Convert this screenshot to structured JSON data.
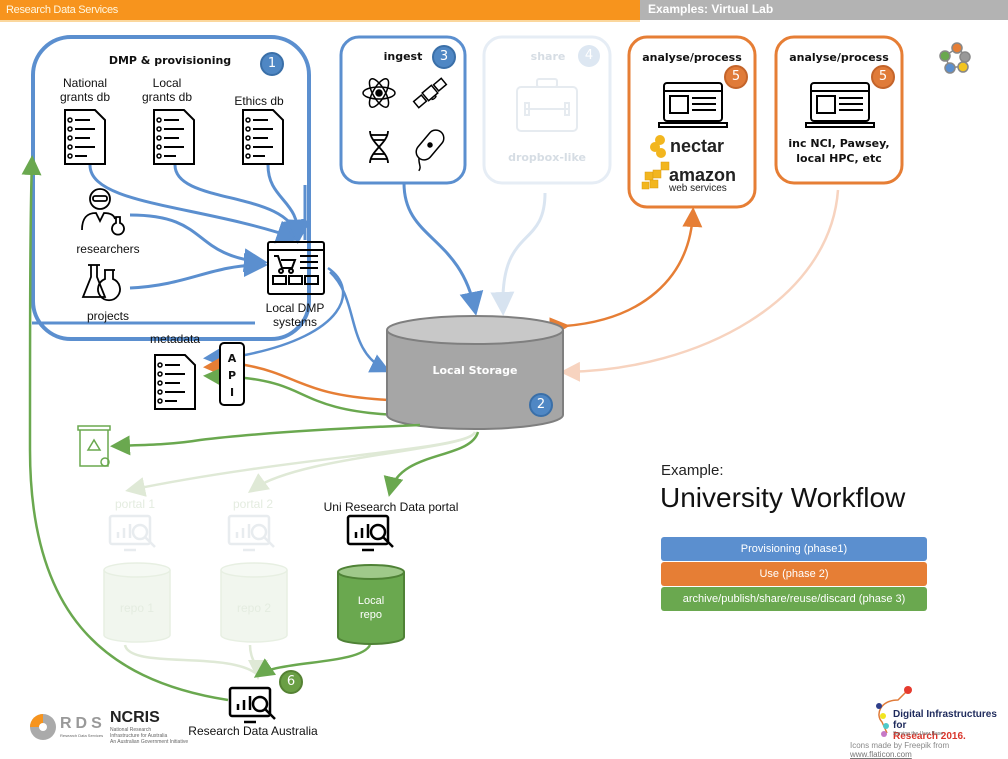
{
  "header": {
    "left_title": "Research Data Services",
    "right_title": "Examples: Virtual Lab"
  },
  "sections": {
    "dmp": {
      "title": "DMP & provisioning",
      "badge": "1",
      "national_grants": [
        "National",
        "grants db"
      ],
      "local_grants": [
        "Local",
        "grants db"
      ],
      "ethics": "Ethics db",
      "researchers": "researchers",
      "projects": "projects",
      "local_dmp": [
        "Local DMP",
        "systems"
      ]
    },
    "ingest": {
      "title": "ingest",
      "badge": "3"
    },
    "share": {
      "title": "share",
      "badge": "4",
      "caption": "dropbox-like"
    },
    "analyse_cloud": {
      "title": "analyse/process",
      "badge": "5",
      "brand1": "nectar",
      "brand2": "amazon",
      "brand2_sub": "web services"
    },
    "analyse_hpc": {
      "title": "analyse/process",
      "badge": "5",
      "caption": [
        "inc NCI, Pawsey,",
        "local HPC, etc"
      ]
    },
    "metadata": {
      "label": "metadata",
      "api": [
        "A",
        "P",
        "I"
      ]
    },
    "storage": {
      "label": "Local Storage",
      "badge": "2"
    },
    "portals": {
      "portal1": "portal 1",
      "portal2": "portal 2",
      "uni_portal": "Uni Research Data portal",
      "repo1": "repo 1",
      "repo2": "repo 2",
      "local_repo": [
        "Local",
        "repo"
      ]
    },
    "rda": {
      "label": "Research Data Australia",
      "badge": "6"
    }
  },
  "legend": {
    "example": "Example:",
    "title": "University Workflow",
    "items": [
      {
        "label": "Provisioning (phase1)",
        "color": "#5b8fcf"
      },
      {
        "label": "Use (phase 2)",
        "color": "#e67e35"
      },
      {
        "label": "archive/publish/share/reuse/discard (phase 3)",
        "color": "#6aa84f"
      }
    ]
  },
  "footer": {
    "rds": "RDS",
    "rds_sub": "Research Data Services",
    "ncris": "NCRIS",
    "ncris_sub": [
      "National Research",
      "Infrastructure for Australia",
      "An Australian Government Initiative"
    ],
    "dir_title": [
      "Digital Infrastructures for",
      "Research 2016."
    ],
    "dir_sub": "Serving the User Base",
    "credit_prefix": "Icons made by Freepik from ",
    "credit_link": "www.flaticon.com"
  },
  "colors": {
    "blue": "#5b8fcf",
    "orange": "#e67e35",
    "green": "#6aa84f",
    "header_orange": "#f7941d",
    "header_gray": "#b3b3b3",
    "storage_gray": "#a6a6a6"
  }
}
